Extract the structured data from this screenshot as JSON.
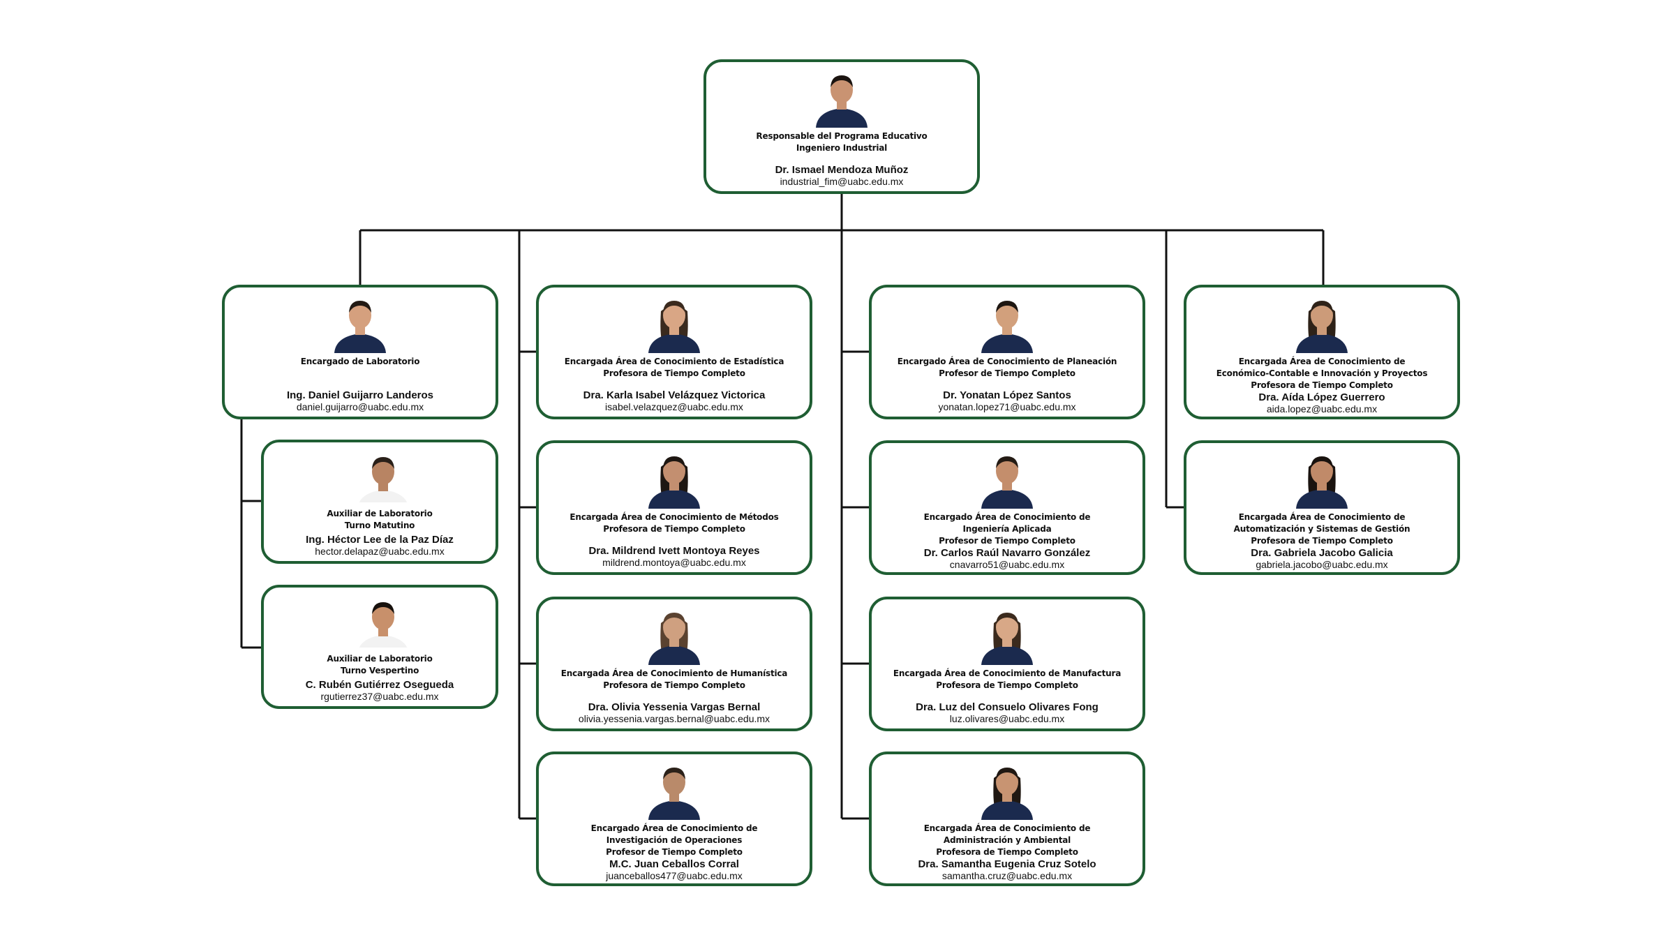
{
  "theme": {
    "border_color": "#1f5e33",
    "line_color": "#111111",
    "shirt_color": "#1b2a4e"
  },
  "top": {
    "roles": [
      "Responsable del Programa Educativo",
      "Ingeniero Industrial"
    ],
    "name": "Dr. Ismael Mendoza Muñoz",
    "email": "industrial_fim@uabc.edu.mx"
  },
  "laboratorio": [
    {
      "roles": [
        "Encargado de Laboratorio"
      ],
      "name": "Ing. Daniel Guijarro Landeros",
      "email": "daniel.guijarro@uabc.edu.mx"
    },
    {
      "roles": [
        "Auxiliar de Laboratorio",
        "Turno Matutino"
      ],
      "name": "Ing. Héctor Lee de la Paz Díaz",
      "email": "hector.delapaz@uabc.edu.mx"
    },
    {
      "roles": [
        "Auxiliar de Laboratorio",
        "Turno Vespertino"
      ],
      "name": "C. Rubén Gutiérrez Osegueda",
      "email": "rgutierrez37@uabc.edu.mx"
    }
  ],
  "column_two": [
    {
      "roles": [
        "Encargada Área de Conocimiento de Estadística",
        "Profesora de Tiempo Completo"
      ],
      "name": "Dra. Karla Isabel Velázquez Victorica",
      "email": "isabel.velazquez@uabc.edu.mx"
    },
    {
      "roles": [
        "Encargada Área de Conocimiento de Métodos",
        "Profesora de Tiempo Completo"
      ],
      "name": "Dra. Mildrend Ivett Montoya Reyes",
      "email": "mildrend.montoya@uabc.edu.mx"
    },
    {
      "roles": [
        "Encargada Área de Conocimiento de Humanística",
        "Profesora de Tiempo Completo"
      ],
      "name": "Dra. Olivia Yessenia Vargas Bernal",
      "email": "olivia.yessenia.vargas.bernal@uabc.edu.mx"
    },
    {
      "roles": [
        "Encargado Área de Conocimiento de",
        "Investigación de Operaciones",
        "Profesor de Tiempo Completo"
      ],
      "name": "M.C. Juan Ceballos Corral",
      "email": "juanceballos477@uabc.edu.mx"
    }
  ],
  "column_three": [
    {
      "roles": [
        "Encargado Área de Conocimiento de Planeación",
        "Profesor de Tiempo Completo"
      ],
      "name": "Dr. Yonatan López Santos",
      "email": "yonatan.lopez71@uabc.edu.mx"
    },
    {
      "roles": [
        "Encargado Área de Conocimiento de",
        "Ingeniería Aplicada",
        "Profesor de Tiempo Completo"
      ],
      "name": "Dr. Carlos Raúl Navarro González",
      "email": "cnavarro51@uabc.edu.mx"
    },
    {
      "roles": [
        "Encargada Área de Conocimiento de Manufactura",
        "Profesora de Tiempo Completo"
      ],
      "name": "Dra. Luz del Consuelo Olivares Fong",
      "email": "luz.olivares@uabc.edu.mx"
    },
    {
      "roles": [
        "Encargada Área de Conocimiento de",
        "Administración y Ambiental",
        "Profesora de Tiempo Completo"
      ],
      "name": "Dra. Samantha Eugenia Cruz Sotelo",
      "email": "samantha.cruz@uabc.edu.mx"
    }
  ],
  "column_four": [
    {
      "roles": [
        "Encargada Área de Conocimiento de",
        "Económico-Contable e Innovación y Proyectos",
        "Profesora de Tiempo Completo"
      ],
      "name": "Dra. Aída López Guerrero",
      "email": "aida.lopez@uabc.edu.mx"
    },
    {
      "roles": [
        "Encargada Área de Conocimiento de",
        "Automatización y Sistemas de Gestión",
        "Profesora de Tiempo Completo"
      ],
      "name": "Dra. Gabriela Jacobo Galicia",
      "email": "gabriela.jacobo@uabc.edu.mx"
    }
  ]
}
